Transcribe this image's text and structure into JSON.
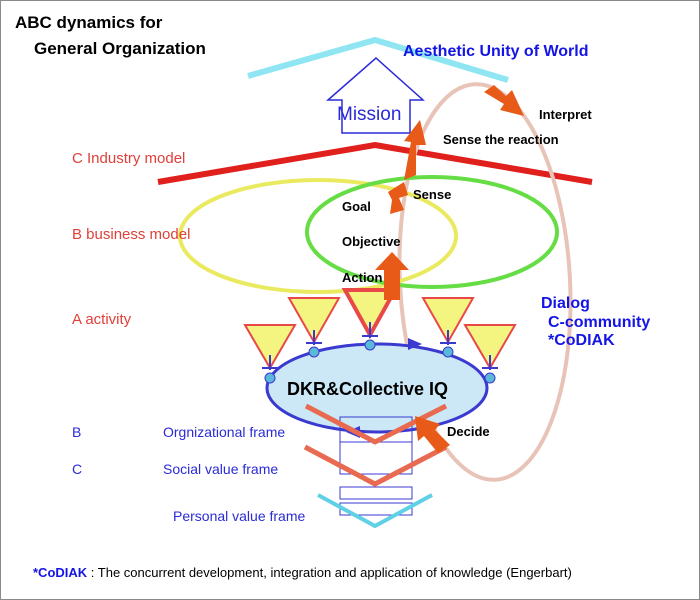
{
  "title": {
    "line1": "ABC dynamics  for",
    "line2": "General Organization"
  },
  "top": {
    "aesthetic": "Aesthetic Unity of World",
    "mission": "Mission"
  },
  "levels": {
    "c_industry": "C Industry model",
    "b_business": "B  business model",
    "a_activity": "A activity"
  },
  "center": {
    "goal": "Goal",
    "objective": "Objective",
    "action": "Action",
    "sense": "Sense",
    "sense_reaction": "Sense the reaction",
    "interpret": "Interpret",
    "decide": "Decide",
    "dkr": "DKR&Collective IQ"
  },
  "dialog": {
    "line1": "Dialog",
    "line2": "C-community",
    "line3": "*CoDIAK"
  },
  "frames": {
    "b_letter": "B",
    "b_label": "Orgnizational frame",
    "c_letter": "C",
    "c_label": "Social value frame",
    "personal": "Personal value  frame"
  },
  "footnote": {
    "key": "*CoDIAK",
    "text": " : The concurrent development, integration and application of knowledge (Engerbart)"
  },
  "colors": {
    "cyan": "#8fe6f2",
    "red": "#e0201c",
    "yellow_ring": "#eaea60",
    "green_ring": "#66dd44",
    "pink_loop": "#e8c4b8",
    "orange_arrow": "#e85a18",
    "blue_ellipse": "#3a3ad0",
    "ellipse_fill": "#cce8f6",
    "triangle_fill": "#f4f480",
    "triangle_stroke": "#e84848",
    "text_blue": "#1414e6"
  }
}
